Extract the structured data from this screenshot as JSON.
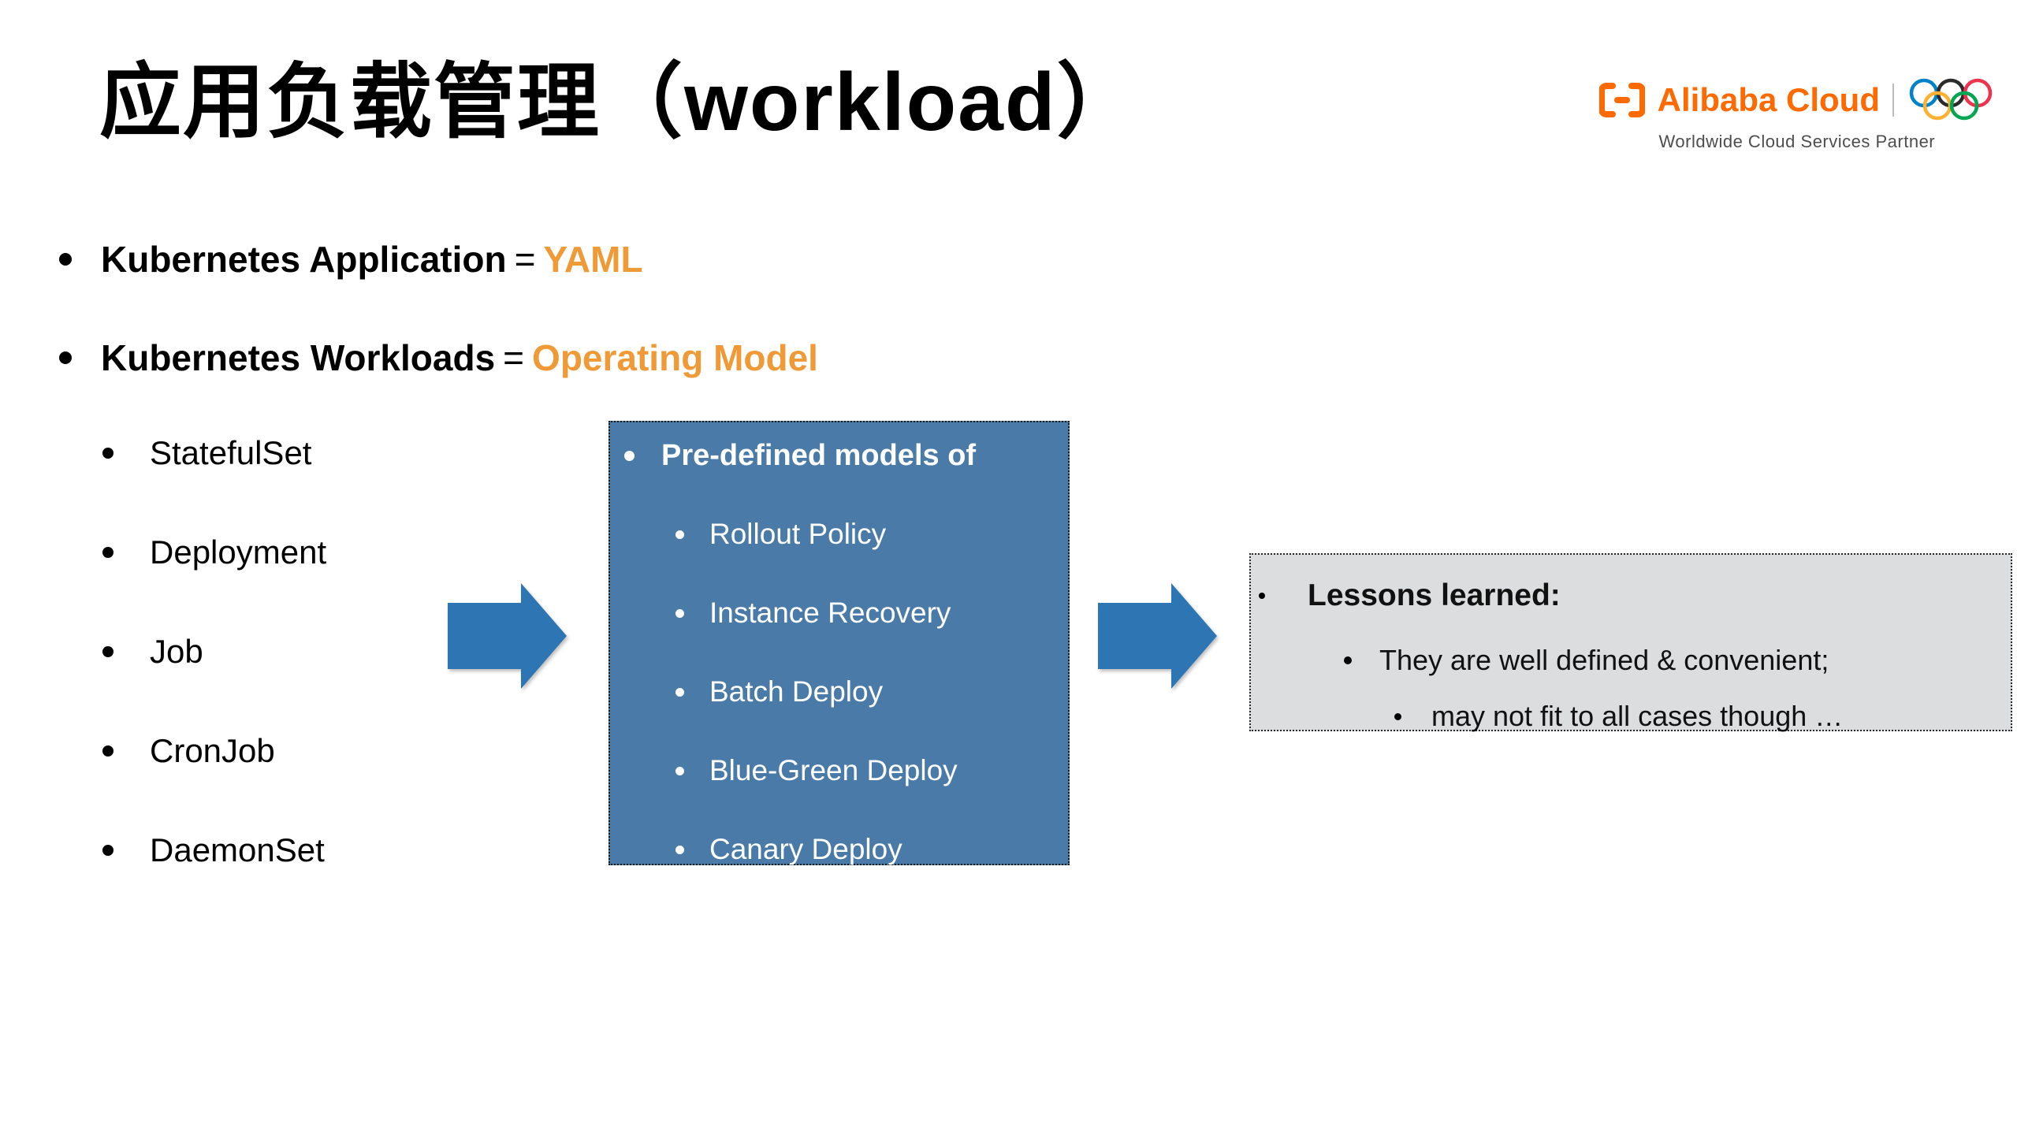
{
  "slide": {
    "title": "应用负载管理（workload）"
  },
  "logo": {
    "brand": "Alibaba Cloud",
    "tagline": "Worldwide Cloud Services Partner",
    "brand_color": "#FF6A00",
    "icons": [
      "alibaba-cloud-bracket-icon",
      "olympic-rings-icon"
    ],
    "ring_colors": {
      "blue": "#0081C8",
      "black": "#2B2B2B",
      "red": "#EE334E",
      "yellow": "#FCB131",
      "green": "#00A651"
    }
  },
  "main_bullets": [
    {
      "prefix": "Kubernetes Application",
      "equals": "=",
      "highlight": "YAML"
    },
    {
      "prefix": "Kubernetes Workloads",
      "equals": "=",
      "highlight": "Operating Model"
    }
  ],
  "workload_types": [
    "StatefulSet",
    "Deployment",
    "Job",
    "CronJob",
    "DaemonSet"
  ],
  "blue_box": {
    "heading": "Pre-defined models of",
    "items": [
      "Rollout Policy",
      "Instance Recovery",
      "Batch Deploy",
      "Blue-Green Deploy",
      "Canary Deploy"
    ],
    "background": "#4A7AA7"
  },
  "lessons_box": {
    "heading": "Lessons learned:",
    "items": [
      "They are well defined & convenient;",
      "may not fit to all cases though …"
    ],
    "background": "#DCDDDE"
  },
  "colors": {
    "highlight_orange": "#F09A37",
    "arrow_blue": "#2E76B3",
    "title_black": "#000000"
  }
}
